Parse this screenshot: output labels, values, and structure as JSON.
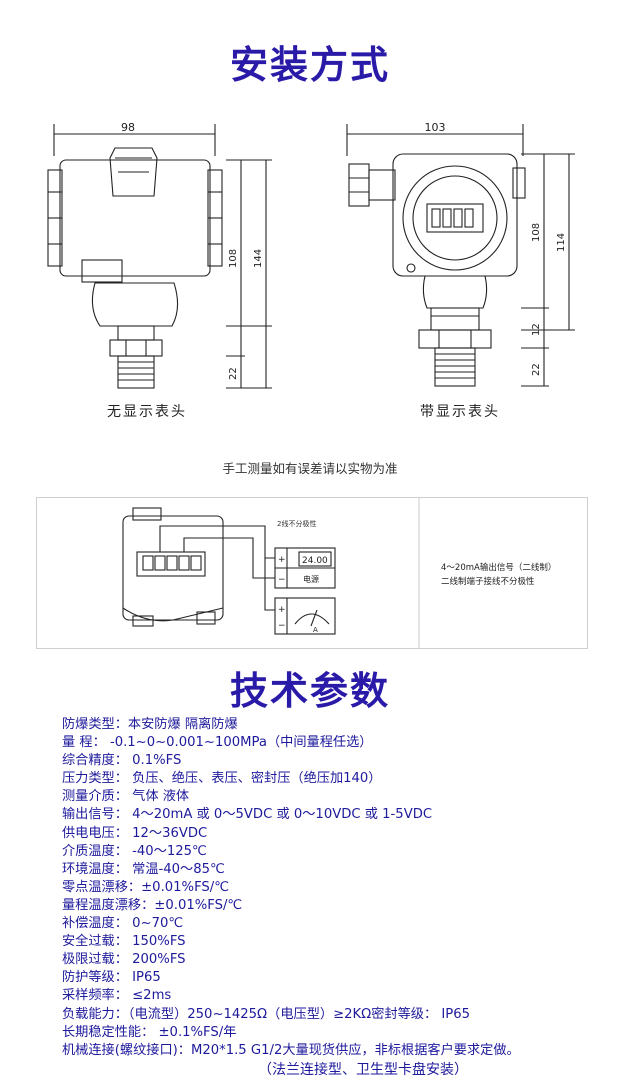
{
  "headings": {
    "install": "安装方式",
    "tech": "技术参数"
  },
  "drawing_left": {
    "dim_width": "98",
    "dim_body": "108",
    "dim_total": "144",
    "dim_thread": "22",
    "caption": "无显示表头"
  },
  "drawing_right": {
    "dim_width": "103",
    "dim_body": "108",
    "dim_total": "114",
    "dim_neck": "12",
    "dim_thread": "22",
    "caption": "带显示表头"
  },
  "measure_note": "手工测量如有误差请以实物为准",
  "wiring": {
    "label_top": "2线不分极性",
    "display_value": "24.00",
    "display_unit": "电源",
    "meter_unit": "A",
    "plus": "+",
    "minus": "−",
    "note_line1": "4～20mA输出信号（二线制）",
    "note_line2": "二线制端子接线不分极性"
  },
  "specs": [
    "防爆类型：本安防爆 隔离防爆",
    "量 程： -0.1~0~0.001~100MPa（中间量程任选）",
    "综合精度： 0.1%FS",
    "压力类型： 负压、绝压、表压、密封压（绝压加140）",
    "测量介质： 气体 液体",
    "输出信号： 4～20mA 或 0～5VDC 或 0～10VDC 或 1-5VDC",
    "供电电压： 12～36VDC",
    "介质温度： -40～125℃",
    "环境温度： 常温-40～85℃",
    "零点温漂移：±0.01%FS/℃",
    "量程温度漂移：±0.01%FS/℃",
    "补偿温度： 0~70℃",
    "安全过载： 150%FS",
    "极限过载： 200%FS",
    "防护等级： IP65",
    "采样频率： ≤2ms",
    "负载能力：（电流型）250~1425Ω（电压型）≥2KΩ密封等级： IP65",
    "长期稳定性能： ±0.1%FS/年",
    "机械连接(螺纹接口)：M20*1.5 G1/2大量现货供应，非标根据客户要求定做。"
  ],
  "specs_tail": "（法兰连接型、卫生型卡盘安装）"
}
